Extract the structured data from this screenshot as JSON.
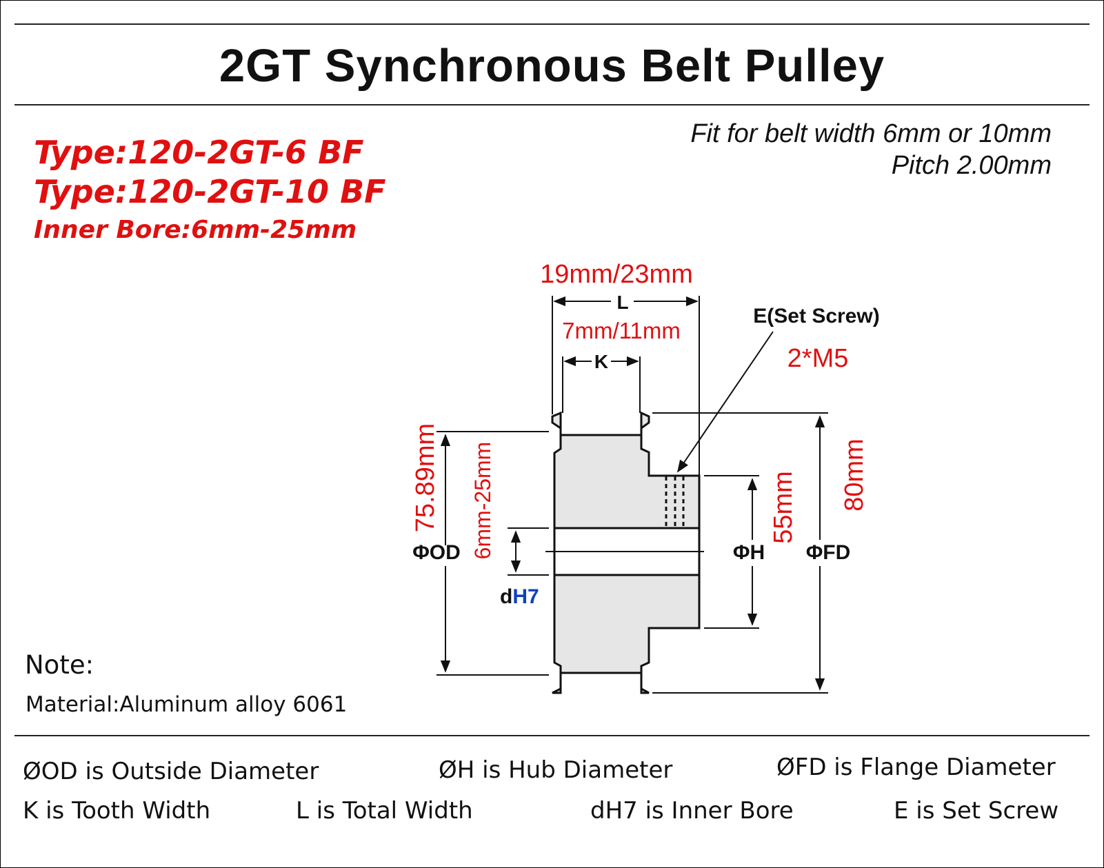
{
  "title": "2GT Synchronous Belt Pulley",
  "types": {
    "line1": "Type:120-2GT-6 BF",
    "line2": "Type:120-2GT-10 BF",
    "bore": "Inner Bore:6mm-25mm"
  },
  "specs": {
    "fit": "Fit for belt width 6mm or 10mm",
    "pitch": "Pitch 2.00mm"
  },
  "dimensions": {
    "total_width_value": "19mm/23mm",
    "total_width_label": "L",
    "tooth_width_value": "7mm/11mm",
    "tooth_width_label": "K",
    "set_screw_label": "E(Set Screw)",
    "set_screw_value": "2*M5",
    "od_value": "75.89mm",
    "od_label": "ΦOD",
    "bore_value": "6mm-25mm",
    "bore_label_d": "d",
    "bore_label_h7": "H7",
    "hub_value": "55mm",
    "hub_label": "ΦH",
    "flange_value": "80mm",
    "flange_label": "ΦFD"
  },
  "note": {
    "heading": "Note:",
    "material": "Material:Aluminum alloy 6061"
  },
  "legend": {
    "od": "ØOD is Outside Diameter",
    "h": "ØH is Hub Diameter",
    "fd": "ØFD is Flange Diameter",
    "k": "K is Tooth Width",
    "l": "L is Total Width",
    "dh7": "dH7 is Inner Bore",
    "e": "E is Set Screw"
  },
  "colors": {
    "red": "#e01010",
    "blue": "#1040c0",
    "line": "#111111",
    "body_fill": "#e6e6e6"
  }
}
